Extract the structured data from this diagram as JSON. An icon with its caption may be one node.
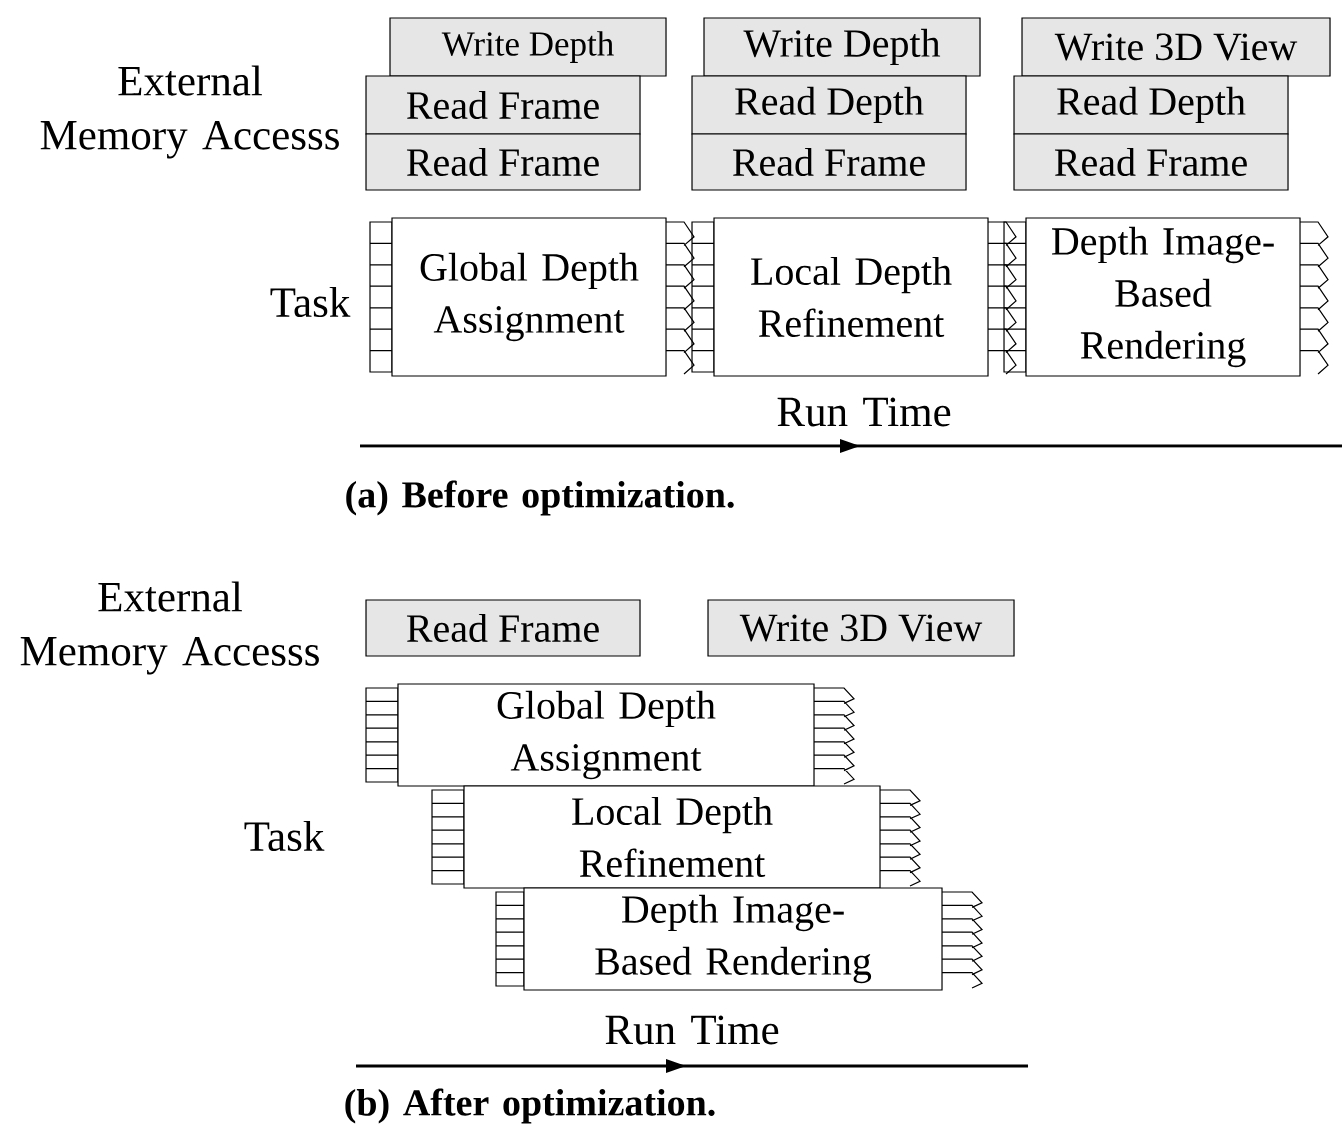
{
  "diagram": {
    "nodes": [
      {
        "text": [
          "Write Depth"
        ]
      },
      {
        "text": [
          "Read Frame"
        ]
      },
      {
        "text": [
          "Read Frame"
        ]
      },
      {
        "text": [
          "Write Depth"
        ]
      },
      {
        "text": [
          "Read Depth"
        ]
      },
      {
        "text": [
          "Read Frame"
        ]
      },
      {
        "text": [
          "Write 3D View"
        ]
      },
      {
        "text": [
          "Read Depth"
        ]
      },
      {
        "text": [
          "Read Frame"
        ]
      },
      {
        "text": [
          "Global Depth Assignment"
        ]
      },
      {
        "text": [
          "Local Depth Refinement"
        ]
      },
      {
        "text": [
          "Depth Image-Based Rendering"
        ]
      },
      {
        "text": [
          "Read Frame"
        ]
      },
      {
        "text": [
          "Write 3D View"
        ]
      },
      {
        "text": [
          "Global Depth Assignment"
        ]
      },
      {
        "text": [
          "Local Depth Refinement"
        ]
      },
      {
        "text": [
          "Depth Image-Based Rendering"
        ]
      }
    ],
    "labels": [
      "External Memory Accesss",
      "Task",
      "Run Time",
      "(a) Before optimization.",
      "External Memory Accesss",
      "Task",
      "Run Time",
      "(b) After optimization."
    ]
  }
}
